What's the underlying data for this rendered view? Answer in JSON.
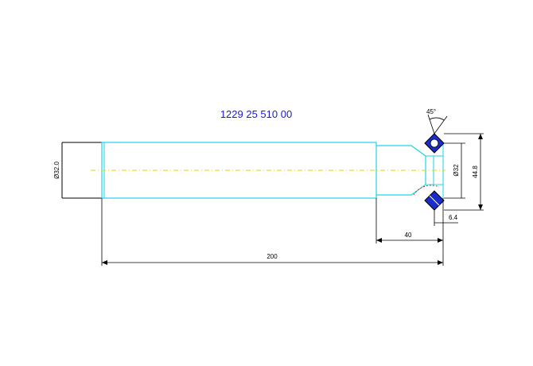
{
  "drawing": {
    "part_number": "1229 25 510  00",
    "dimensions": {
      "shank_diameter": "Ø32.0",
      "bore_diameter": "Ø32",
      "insert_span": "44.8",
      "angle": "45°",
      "offset": "6.4",
      "head_length": "40",
      "overall_length": "200"
    },
    "colors": {
      "body": "#22d3e6",
      "outline": "#000000",
      "centerline": "#e6d800",
      "insert_fill": "#1a2ccc",
      "insert_outline": "#000000",
      "arc": "#d42020",
      "title": "#1a1acc"
    }
  }
}
